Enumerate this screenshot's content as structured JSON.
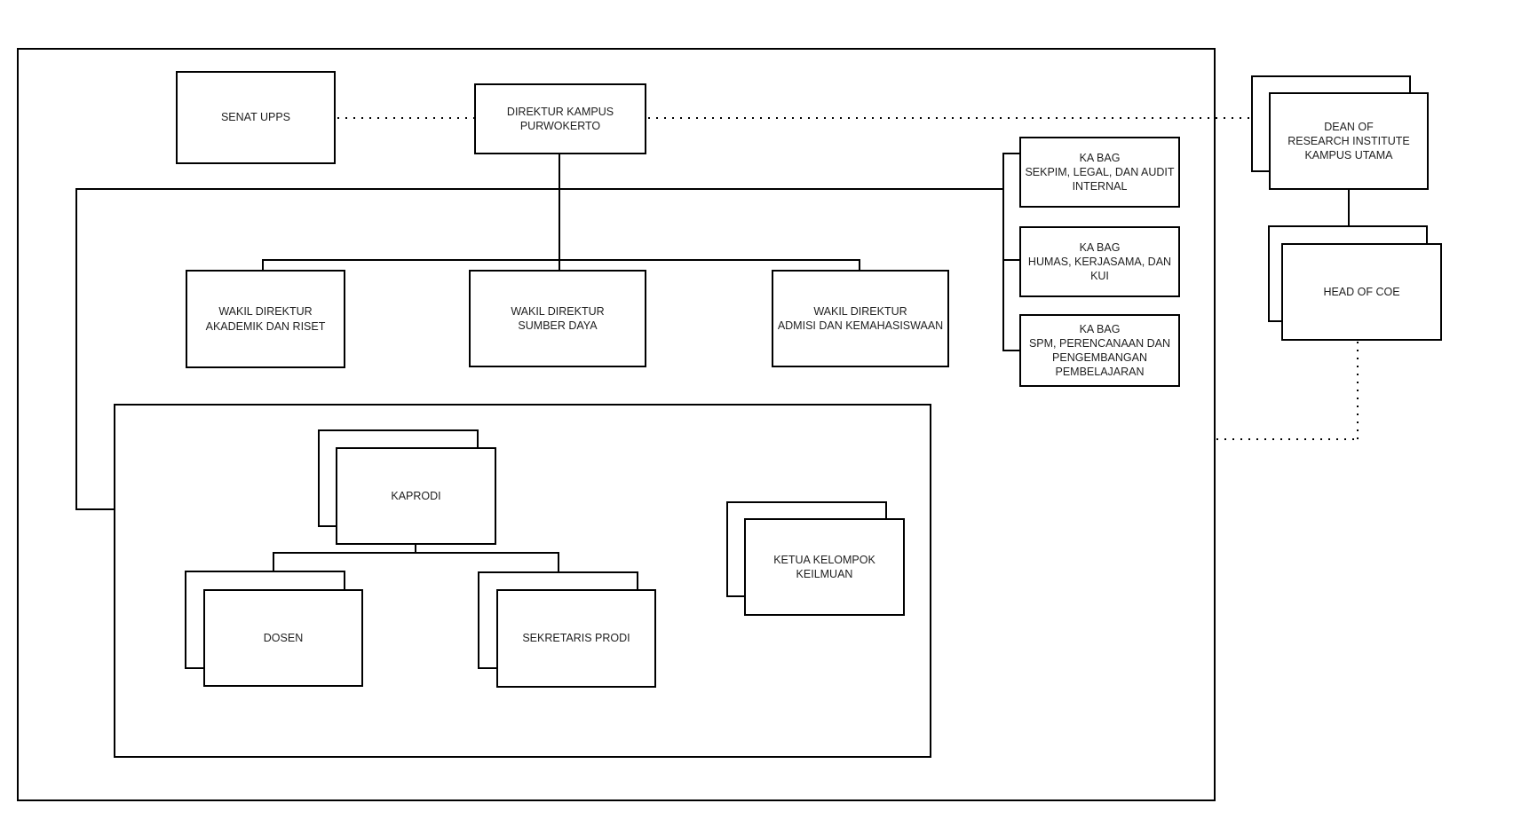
{
  "diagram": {
    "type": "org-chart",
    "colors": {
      "canvas_bg": "#ffffff",
      "node_fill": "#ffffff",
      "line": "#000000",
      "text": "#1f1f1f"
    },
    "nodes": {
      "senat_upps": {
        "label": "SENAT UPPS"
      },
      "direktur_kampus": {
        "label": "DIREKTUR KAMPUS\nPURWOKERTO"
      },
      "dean_research": {
        "label": "DEAN OF\nRESEARCH INSTITUTE\nKAMPUS UTAMA"
      },
      "head_of_coe": {
        "label": "HEAD OF COE"
      },
      "kabag_sekpim": {
        "label": "KA BAG\nSEKPIM, LEGAL, DAN AUDIT\nINTERNAL"
      },
      "kabag_humas": {
        "label": "KA BAG\nHUMAS, KERJASAMA, DAN\nKUI"
      },
      "kabag_spm": {
        "label": "KA BAG\nSPM, PERENCANAAN DAN\nPENGEMBANGAN\nPEMBELAJARAN"
      },
      "wakil_akademik": {
        "label": "WAKIL DIREKTUR\nAKADEMIK DAN RISET"
      },
      "wakil_sumber_daya": {
        "label": "WAKIL DIREKTUR\nSUMBER DAYA"
      },
      "wakil_admisi": {
        "label": "WAKIL DIREKTUR\nADMISI DAN KEMAHASISWAAN"
      },
      "kaprodi": {
        "label": "KAPRODI"
      },
      "dosen": {
        "label": "DOSEN"
      },
      "sekretaris_prodi": {
        "label": "SEKRETARIS PRODI"
      },
      "ketua_kelompok": {
        "label": "KETUA KELOMPOK\nKEILMUAN"
      }
    },
    "containers": {
      "campus_boundary": {
        "label": ""
      },
      "prodi_group": {
        "label": ""
      }
    },
    "edges": [
      {
        "from": "senat_upps",
        "to": "direktur_kampus",
        "style": "dotted"
      },
      {
        "from": "direktur_kampus",
        "to": "dean_research",
        "style": "dotted"
      },
      {
        "from": "direktur_kampus",
        "to": "wakil_akademik",
        "style": "solid"
      },
      {
        "from": "direktur_kampus",
        "to": "wakil_sumber_daya",
        "style": "solid"
      },
      {
        "from": "direktur_kampus",
        "to": "wakil_admisi",
        "style": "solid"
      },
      {
        "from": "direktur_kampus",
        "to": "kabag_sekpim",
        "style": "solid"
      },
      {
        "from": "direktur_kampus",
        "to": "kabag_humas",
        "style": "solid"
      },
      {
        "from": "direktur_kampus",
        "to": "kabag_spm",
        "style": "solid"
      },
      {
        "from": "direktur_kampus",
        "to": "prodi_group",
        "style": "solid"
      },
      {
        "from": "kaprodi",
        "to": "dosen",
        "style": "solid"
      },
      {
        "from": "kaprodi",
        "to": "sekretaris_prodi",
        "style": "solid"
      },
      {
        "from": "dean_research",
        "to": "head_of_coe",
        "style": "solid"
      },
      {
        "from": "head_of_coe",
        "to": "campus_boundary",
        "style": "dotted"
      }
    ]
  }
}
